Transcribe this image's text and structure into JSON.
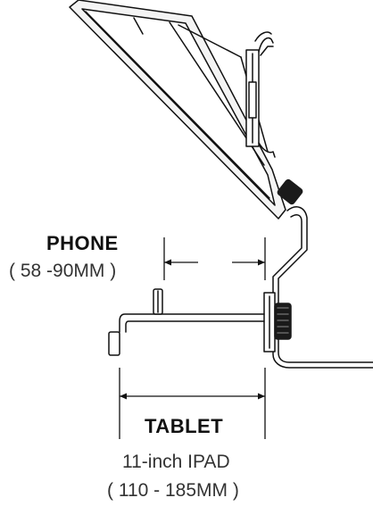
{
  "phone": {
    "title": "PHONE",
    "range": "( 58 -90MM )"
  },
  "tablet": {
    "title": "TABLET",
    "model": "11-inch IPAD",
    "range": "( 110 - 185MM )"
  },
  "colors": {
    "line": "#111111",
    "glass": "#f2f2f2",
    "knob": "#1a1a1a"
  }
}
